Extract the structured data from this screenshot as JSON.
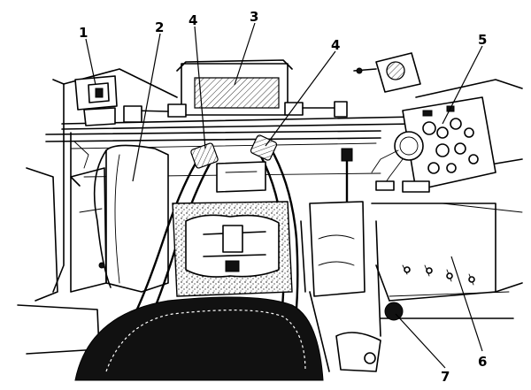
{
  "diagram": {
    "callouts": [
      {
        "id": "1",
        "label": "1"
      },
      {
        "id": "2",
        "label": "2"
      },
      {
        "id": "3",
        "label": "3"
      },
      {
        "id": "4a",
        "label": "4"
      },
      {
        "id": "4b",
        "label": "4"
      },
      {
        "id": "5",
        "label": "5"
      },
      {
        "id": "6",
        "label": "6"
      },
      {
        "id": "7",
        "label": "7"
      }
    ]
  }
}
